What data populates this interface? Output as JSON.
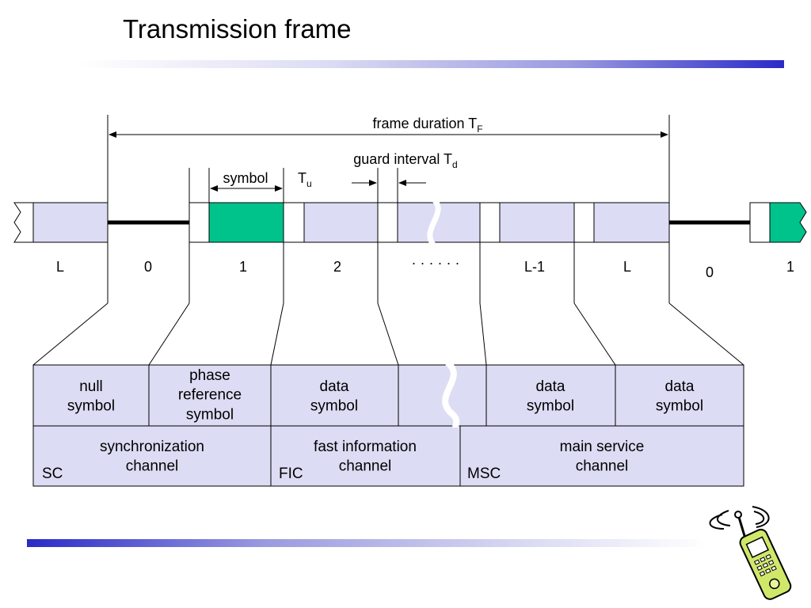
{
  "title": "Transmission frame",
  "labels": {
    "frame_duration": "frame duration T",
    "frame_duration_sub": "F",
    "guard_interval": "guard interval T",
    "guard_interval_sub": "d",
    "symbol": "symbol",
    "tu": "T",
    "tu_sub": "u"
  },
  "slot_labels": [
    "L",
    "0",
    "1",
    "2",
    "· · · · · ·",
    "L-1",
    "L",
    "0",
    "1"
  ],
  "symbol_boxes": [
    "null\nsymbol",
    "phase\nreference\nsymbol",
    "data\nsymbol",
    "",
    "data\nsymbol",
    "data\nsymbol"
  ],
  "channels": [
    {
      "name": "synchronization\nchannel",
      "abbr": "SC"
    },
    {
      "name": "fast information\nchannel",
      "abbr": "FIC"
    },
    {
      "name": "main service\nchannel",
      "abbr": "MSC"
    }
  ],
  "colors": {
    "box_fill": "#dcdcf4",
    "highlight": "#00c38c",
    "bar_blue": "#2a2ac8"
  }
}
